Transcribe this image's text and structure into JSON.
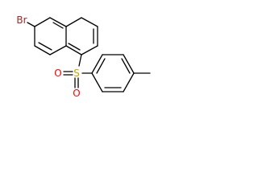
{
  "molecule": {
    "atoms": {
      "bromine": {
        "symbol": "Br",
        "color": "#a52a2a"
      },
      "sulfur": {
        "symbol": "S",
        "color": "#c8a000"
      },
      "oxygen": {
        "symbol": "O",
        "color": "#ff0000"
      }
    },
    "bond_color": "#000000"
  }
}
